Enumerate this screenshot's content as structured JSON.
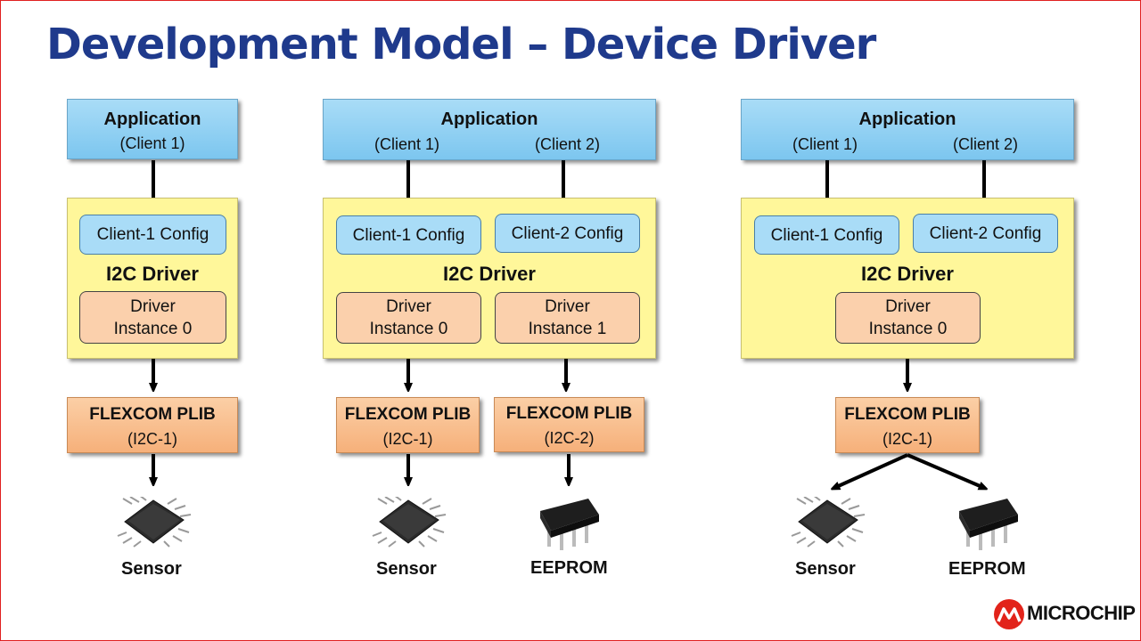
{
  "title": "Development Model – Device Driver",
  "labels": {
    "application": "Application",
    "client1": "(Client 1)",
    "client2": "(Client 2)",
    "client1_config": "Client-1 Config",
    "client2_config": "Client-2 Config",
    "i2c_driver": "I2C Driver",
    "driver": "Driver",
    "instance0": "Instance 0",
    "instance1": "Instance 1",
    "flexcom_plib": "FLEXCOM PLIB",
    "i2c1": "(I2C-1)",
    "i2c2": "(I2C-2)",
    "sensor": "Sensor",
    "eeprom": "EEPROM"
  },
  "logo": {
    "text": "MICROCHIP",
    "color": "#e2231a"
  },
  "colors": {
    "title": "#1f3a8c",
    "application": "#7cc6ef",
    "driver": "#fff79a",
    "plib": "#f6b07a",
    "instance": "#fbd0ac"
  }
}
